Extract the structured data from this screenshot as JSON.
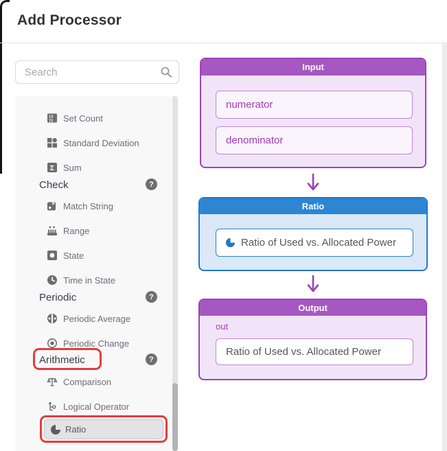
{
  "window": {
    "title": "Add Processor"
  },
  "search": {
    "placeholder": "Search"
  },
  "sidebar": {
    "items": [
      {
        "type": "item",
        "label": "Set Count",
        "icon": "set-count-icon"
      },
      {
        "type": "item",
        "label": "Standard Deviation",
        "icon": "standard-deviation-icon"
      },
      {
        "type": "item",
        "label": "Sum",
        "icon": "sum-icon"
      },
      {
        "type": "header",
        "label": "Check",
        "help": true
      },
      {
        "type": "item",
        "label": "Match String",
        "icon": "match-string-icon"
      },
      {
        "type": "item",
        "label": "Range",
        "icon": "range-icon"
      },
      {
        "type": "item",
        "label": "State",
        "icon": "state-icon"
      },
      {
        "type": "item",
        "label": "Time in State",
        "icon": "time-in-state-icon"
      },
      {
        "type": "header",
        "label": "Periodic",
        "help": true
      },
      {
        "type": "item",
        "label": "Periodic Average",
        "icon": "periodic-average-icon"
      },
      {
        "type": "item",
        "label": "Periodic Change",
        "icon": "periodic-change-icon"
      },
      {
        "type": "header",
        "label": "Arithmetic",
        "help": true,
        "annotated": true
      },
      {
        "type": "item",
        "label": "Comparison",
        "icon": "comparison-icon"
      },
      {
        "type": "item",
        "label": "Logical Operator",
        "icon": "logical-operator-icon"
      },
      {
        "type": "item",
        "label": "Ratio",
        "icon": "ratio-icon",
        "selected": true,
        "annotated": true
      }
    ]
  },
  "diagram": {
    "input": {
      "title": "Input",
      "fields": [
        "numerator",
        "denominator"
      ]
    },
    "processor": {
      "title": "Ratio",
      "name": "Ratio of Used vs. Allocated Power"
    },
    "output": {
      "title": "Output",
      "port_label": "out",
      "value": "Ratio of Used vs. Allocated Power"
    }
  },
  "icons": {
    "help_glyph": "?"
  },
  "colors": {
    "purple_header": "#a657c1",
    "purple_border": "#9a44b8",
    "purple_body": "#f2e4f8",
    "purple_text": "#a13cb8",
    "blue_header": "#2c86d2",
    "blue_border": "#2379ca",
    "blue_body": "#dae8f7",
    "annotation_red": "#e23d3d",
    "selected_gray": "#e3e3e4"
  }
}
